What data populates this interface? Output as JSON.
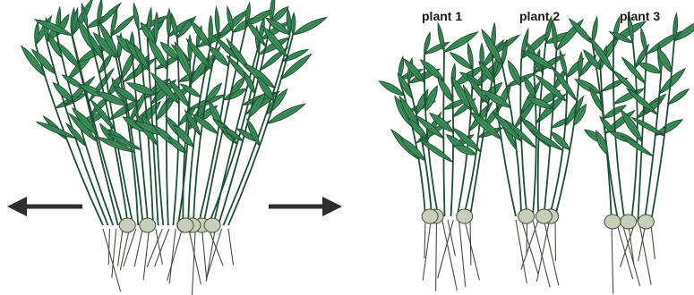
{
  "colors": {
    "leaf": "#3c8f5a",
    "leaf_dark": "#1f4f33",
    "root_crown": "#c6cfb7",
    "root": "#4a4a44",
    "arrow": "#2e2e2e"
  },
  "labels": {
    "plant_1": "plant 1",
    "plant_2": "plant 2",
    "plant_3": "plant 3"
  },
  "icons": {
    "arrow_left": "arrow-left-icon",
    "arrow_right": "arrow-right-icon"
  }
}
